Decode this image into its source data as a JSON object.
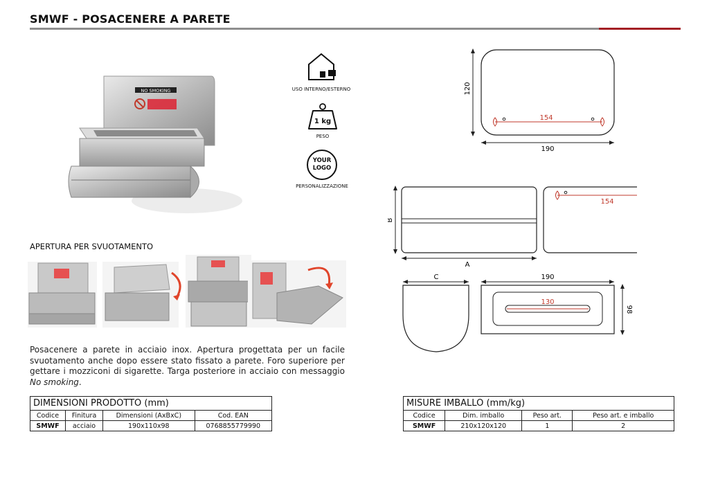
{
  "header": {
    "title": "SMWF - POSACENERE A PARETE"
  },
  "icons": {
    "uso": {
      "caption": "USO INTERNO/ESTERNO"
    },
    "peso": {
      "value": "1 kg",
      "caption": "PESO"
    },
    "logo": {
      "line1": "YOUR",
      "line2": "LOGO",
      "caption": "PERSONALIZZAZIONE"
    }
  },
  "product_sign": {
    "text": "NO SMOKING"
  },
  "opening_section": {
    "label": "APERTURA PER SVUOTAMENTO"
  },
  "description": {
    "text": "Posacenere a parete in acciaio inox. Apertura progettata per un facile svuotamento anche dopo essere stato fissato a parete. Foro superiore per gettare i mozziconi di sigarette. Targa posteriore in acciaio con messaggio ",
    "italic": "No smoking",
    "end": "."
  },
  "drawings": {
    "back_view": {
      "height": "120",
      "width": "190",
      "holes": "154"
    },
    "side_labels": {
      "b": "B",
      "a": "A",
      "c": "C",
      "holes": "154"
    },
    "top_view": {
      "width": "190",
      "slot": "130",
      "depth": "98"
    }
  },
  "product_table": {
    "title": "DIMENSIONI PRODOTTO (mm)",
    "headers": [
      "Codice",
      "Finitura",
      "Dimensioni (AxBxC)",
      "Cod. EAN"
    ],
    "row": [
      "SMWF",
      "acciaio",
      "190x110x98",
      "0768855779990"
    ]
  },
  "packaging_table": {
    "title": "MISURE IMBALLO (mm/kg)",
    "headers": [
      "Codice",
      "Dim. imballo",
      "Peso art.",
      "Peso art. e imballo"
    ],
    "row": [
      "SMWF",
      "210x120x120",
      "1",
      "2"
    ]
  },
  "colors": {
    "accent_red": "#a31f24",
    "rule_gray": "#8e8e8e",
    "dimension_red": "#c0392b"
  }
}
